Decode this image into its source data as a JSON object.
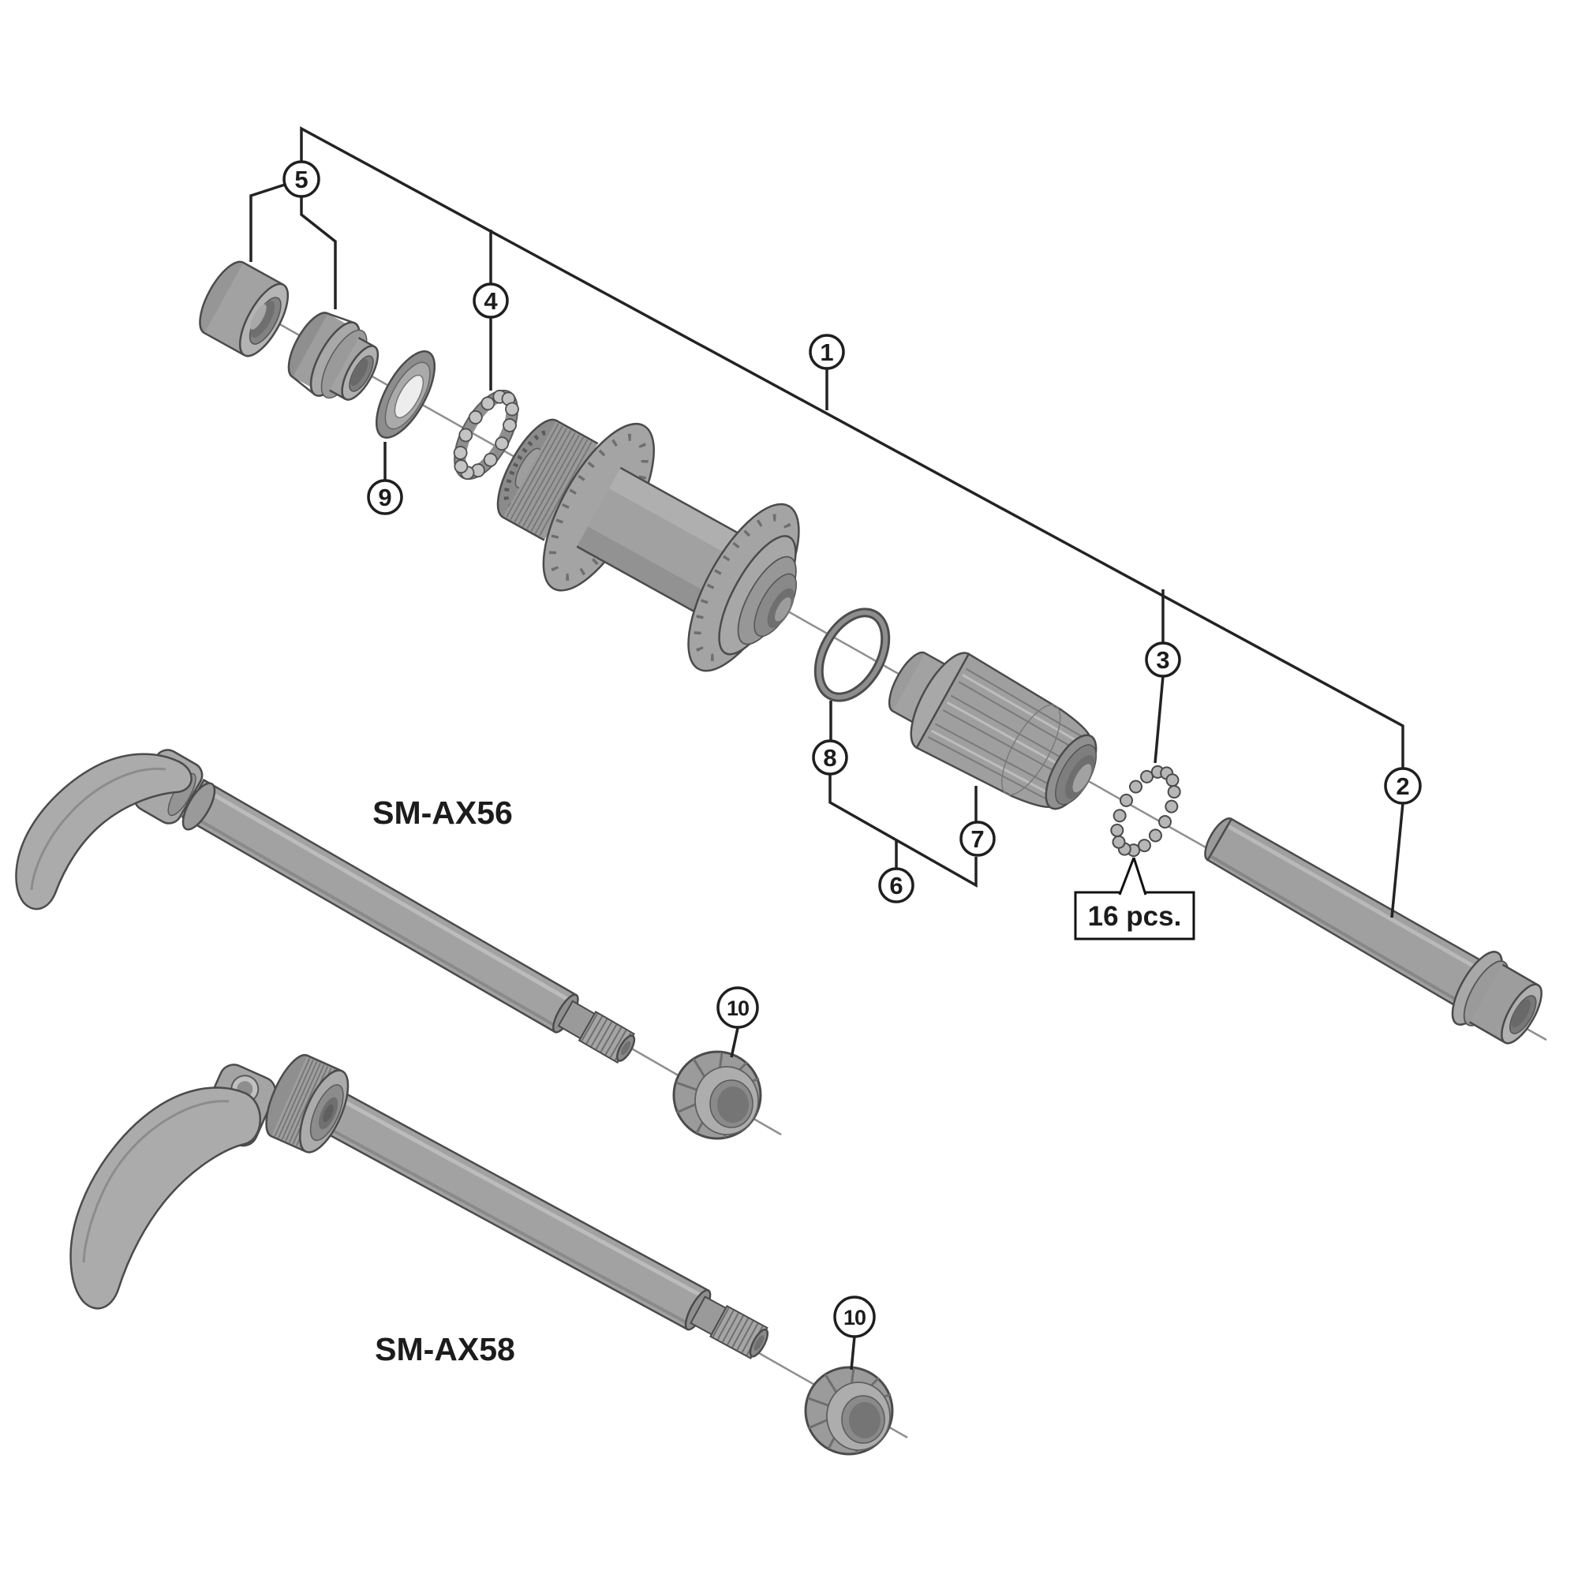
{
  "figure": {
    "type": "exploded-parts-diagram",
    "subject": "rear-hub-with-thru-axles",
    "background_color": "#ffffff",
    "part_fill_color": "#a6a6a6",
    "part_outline_color": "#4b4b4b",
    "leader_line_color": "#232323",
    "axis_line_color": "#8f8f8f"
  },
  "callouts": {
    "c1": "1",
    "c2": "2",
    "c3": "3",
    "c4": "4",
    "c5": "5",
    "c6": "6",
    "c7": "7",
    "c8": "8",
    "c9": "9",
    "c10a": "10",
    "c10b": "10"
  },
  "labels": {
    "axle_upper_model": "SM-AX56",
    "axle_lower_model": "SM-AX58",
    "bearing_count": "16 pcs."
  }
}
